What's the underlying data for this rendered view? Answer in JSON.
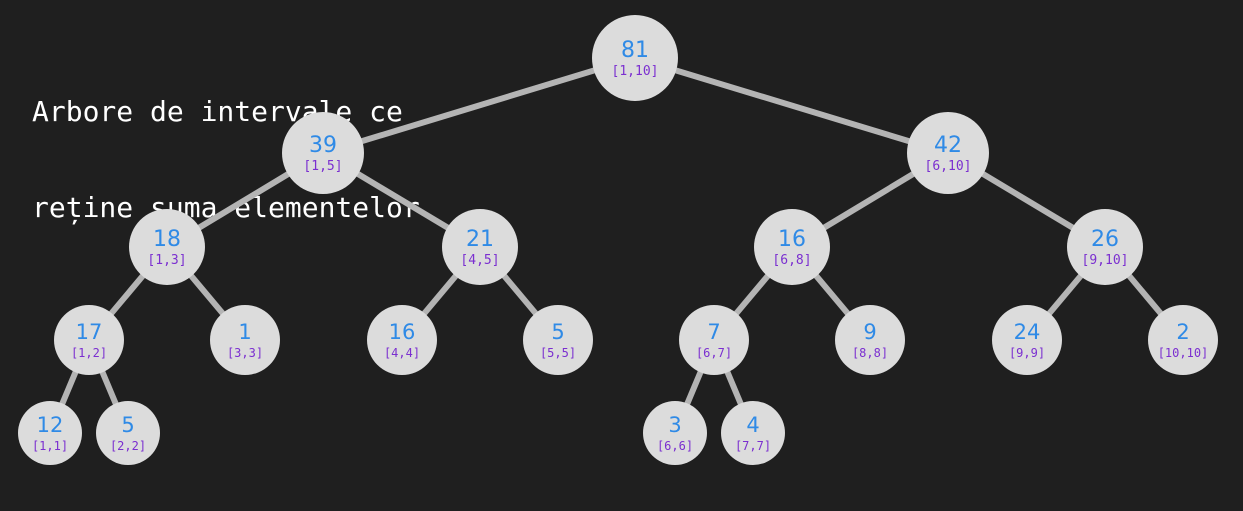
{
  "title_lines": [
    "Arbore de intervale ce",
    "reține suma elementelor"
  ],
  "colors": {
    "background": "#1f1f1f",
    "node_fill": "#dcdcdc",
    "edge": "#b4b4b4",
    "value_text": "#2f8ae6",
    "interval_text": "#7b2fd0",
    "title_text": "#ffffff"
  },
  "nodes": [
    {
      "id": "1-10",
      "value": "81",
      "interval": "[1,10]",
      "parent": null
    },
    {
      "id": "1-5",
      "value": "39",
      "interval": "[1,5]",
      "parent": "1-10"
    },
    {
      "id": "6-10",
      "value": "42",
      "interval": "[6,10]",
      "parent": "1-10"
    },
    {
      "id": "1-3",
      "value": "18",
      "interval": "[1,3]",
      "parent": "1-5"
    },
    {
      "id": "4-5",
      "value": "21",
      "interval": "[4,5]",
      "parent": "1-5"
    },
    {
      "id": "6-8",
      "value": "16",
      "interval": "[6,8]",
      "parent": "6-10"
    },
    {
      "id": "9-10",
      "value": "26",
      "interval": "[9,10]",
      "parent": "6-10"
    },
    {
      "id": "1-2",
      "value": "17",
      "interval": "[1,2]",
      "parent": "1-3"
    },
    {
      "id": "3-3",
      "value": "1",
      "interval": "[3,3]",
      "parent": "1-3"
    },
    {
      "id": "4-4",
      "value": "16",
      "interval": "[4,4]",
      "parent": "4-5"
    },
    {
      "id": "5-5",
      "value": "5",
      "interval": "[5,5]",
      "parent": "4-5"
    },
    {
      "id": "6-7",
      "value": "7",
      "interval": "[6,7]",
      "parent": "6-8"
    },
    {
      "id": "8-8",
      "value": "9",
      "interval": "[8,8]",
      "parent": "6-8"
    },
    {
      "id": "9-9",
      "value": "24",
      "interval": "[9,9]",
      "parent": "9-10"
    },
    {
      "id": "10-10",
      "value": "2",
      "interval": "[10,10]",
      "parent": "9-10"
    },
    {
      "id": "1-1",
      "value": "12",
      "interval": "[1,1]",
      "parent": "1-2"
    },
    {
      "id": "2-2",
      "value": "5",
      "interval": "[2,2]",
      "parent": "1-2"
    },
    {
      "id": "6-6",
      "value": "3",
      "interval": "[6,6]",
      "parent": "6-7"
    },
    {
      "id": "7-7",
      "value": "4",
      "interval": "[7,7]",
      "parent": "6-7"
    }
  ]
}
